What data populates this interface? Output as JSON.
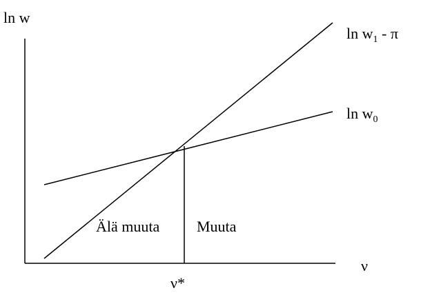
{
  "diagram": {
    "y_axis_label": "ln w",
    "x_axis_label": "ν",
    "threshold_label": "ν*",
    "line_steep": {
      "main": "ln w",
      "sub": "1",
      "tail": " - π"
    },
    "line_flat": {
      "main": "ln w",
      "sub": "0"
    },
    "region_left": "Älä muuta",
    "region_right": "Muuta"
  },
  "colors": {
    "stroke": "#000000",
    "background": "#ffffff"
  }
}
